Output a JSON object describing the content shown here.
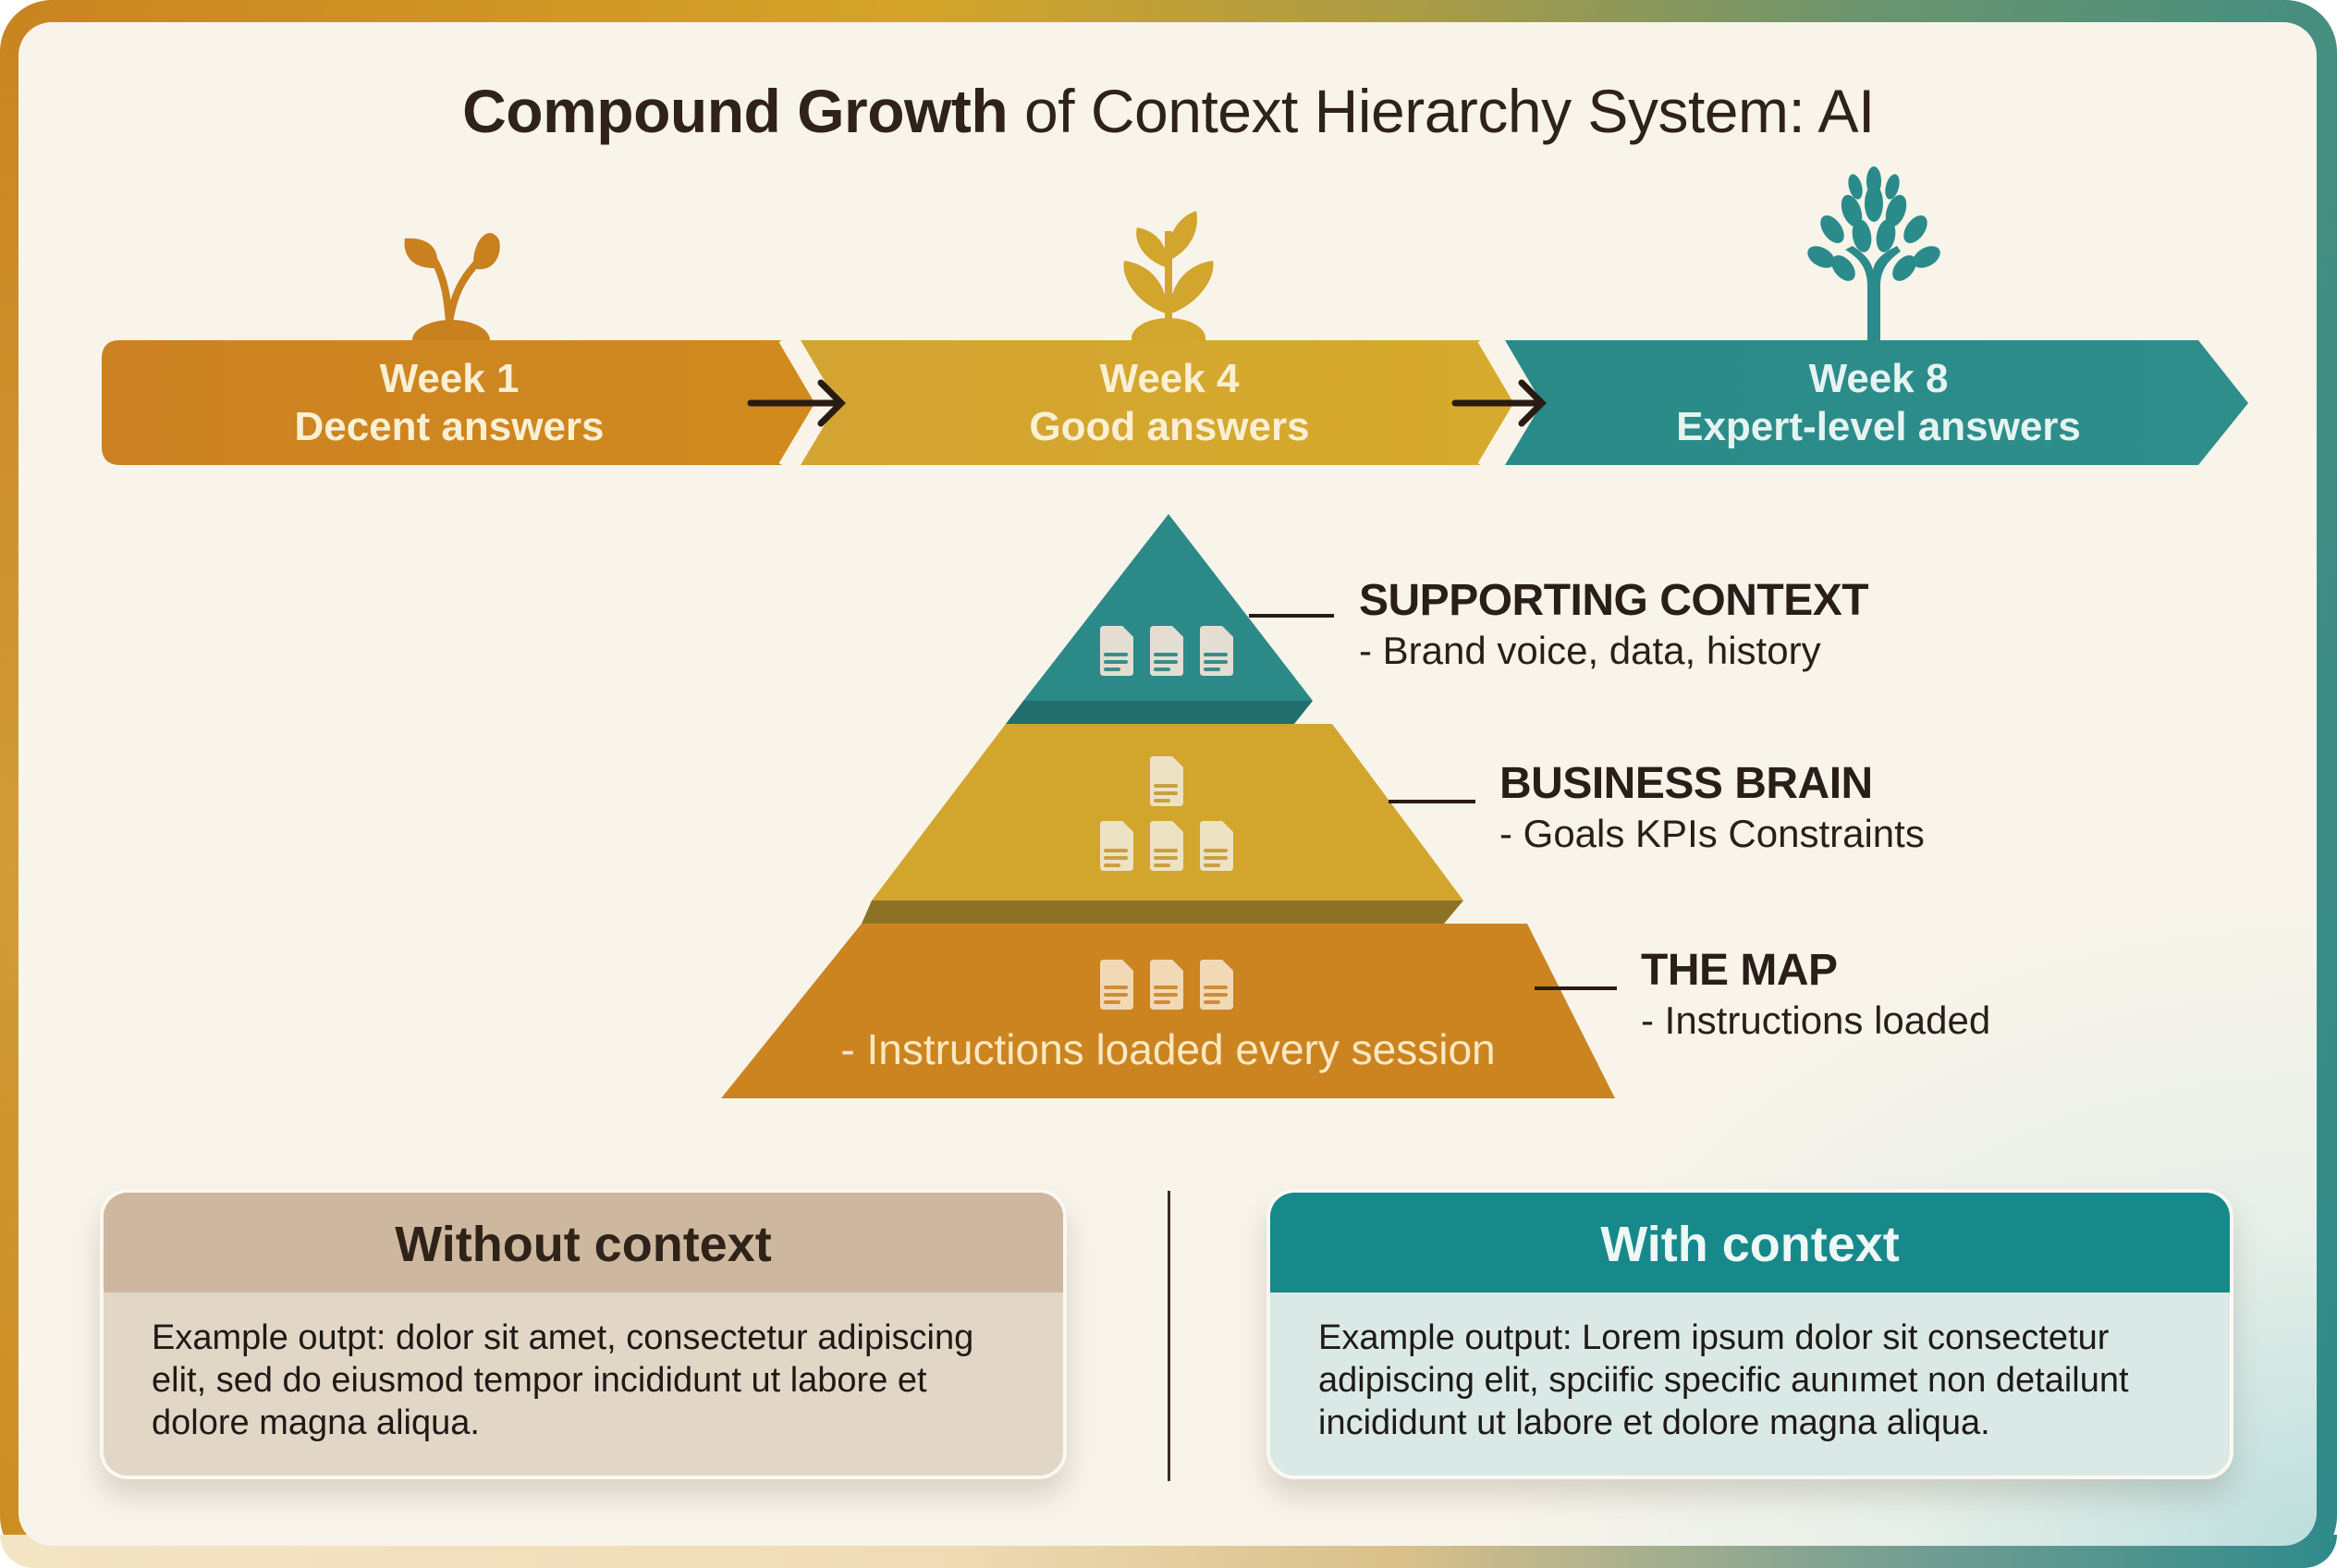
{
  "title": {
    "bold": "Compound Growth",
    "rest": " of Context Hierarchy System: AI"
  },
  "colors": {
    "orange": "#c97f1c",
    "gold": "#d2a52c",
    "teal": "#2a8b8a",
    "dark_text": "#2e2219",
    "cream": "#f8f4ea"
  },
  "timeline": [
    {
      "week": "Week 1",
      "label": "Decent answers",
      "icon": "sprout-icon",
      "color": "#cc8420"
    },
    {
      "week": "Week 4",
      "label": "Good answers",
      "icon": "seedling-icon",
      "color": "#d4a72e"
    },
    {
      "week": "Week 8",
      "label": "Expert-level answers",
      "icon": "tree-icon",
      "color": "#2b8b8a"
    }
  ],
  "pyramid": {
    "tiers": [
      {
        "title": "SUPPORTING CONTEXT",
        "desc": "- Brand voice, data, history",
        "icon": "document-icon",
        "doc_count": 3
      },
      {
        "title": "BUSINESS BRAIN",
        "desc": "- Goals KPIs Constraints",
        "icon": "document-icon",
        "doc_count": 4
      },
      {
        "title": "THE MAP",
        "desc": "- Instructions loaded",
        "icon": "document-icon",
        "doc_count": 3,
        "inner_text": "- Instructions loaded every session"
      }
    ]
  },
  "comparison": {
    "without": {
      "heading": "Without context",
      "body": "Example outpt: dolor sit amet, consectetur adipiscing elit, sed do eiusmod tempor incididunt ut labore et dolore magna aliqua."
    },
    "with": {
      "heading": "With context",
      "body": "Example output: Lorem ipsum dolor sit consectetur adipiscing elit, spciific specific aunımet non detailunt incididunt ut labore et dolore magna aliqua."
    }
  }
}
